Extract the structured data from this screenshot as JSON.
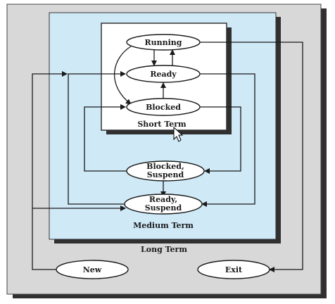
{
  "diagram": {
    "regions": {
      "long_term": "Long Term",
      "medium_term": "Medium Term",
      "short_term": "Short Term"
    },
    "states": {
      "running": "Running",
      "ready": "Ready",
      "blocked": "Blocked",
      "blocked_suspend_line1": "Blocked,",
      "blocked_suspend_line2": "Suspend",
      "ready_suspend_line1": "Ready,",
      "ready_suspend_line2": "Suspend",
      "new": "New",
      "exit": "Exit"
    },
    "colors": {
      "long_term_bg": "#d8d8d8",
      "medium_term_bg": "#cfe9f7",
      "short_term_bg": "#ffffff",
      "shadow": "#303030",
      "line": "#1a1a1a"
    }
  }
}
